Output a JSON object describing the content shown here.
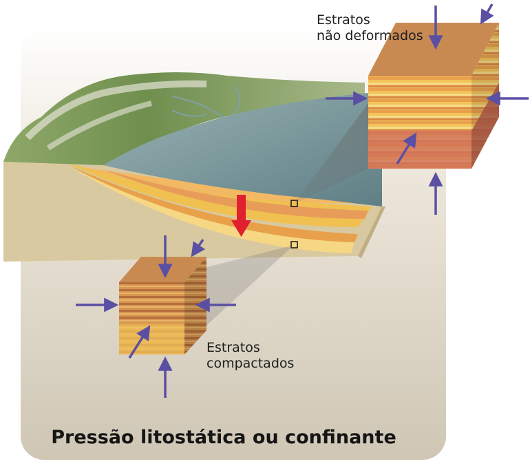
{
  "title": "Pressão litostática ou confinante",
  "labels": {
    "undeformed_line1": "Estratos",
    "undeformed_line2": "não deformados",
    "compacted_line1": "Estratos",
    "compacted_line2": "compactados"
  },
  "colors": {
    "background_panel": "#d9d2c4",
    "pressure_arrow": "#5a4fa3",
    "subsidence_arrow": "#e0202e",
    "water": "#7f9ea3",
    "sediment": "#d8c9a0",
    "block_top": "#c98a52"
  },
  "icons": [
    "pressure-arrow",
    "subsidence-arrow",
    "sample-marker"
  ]
}
